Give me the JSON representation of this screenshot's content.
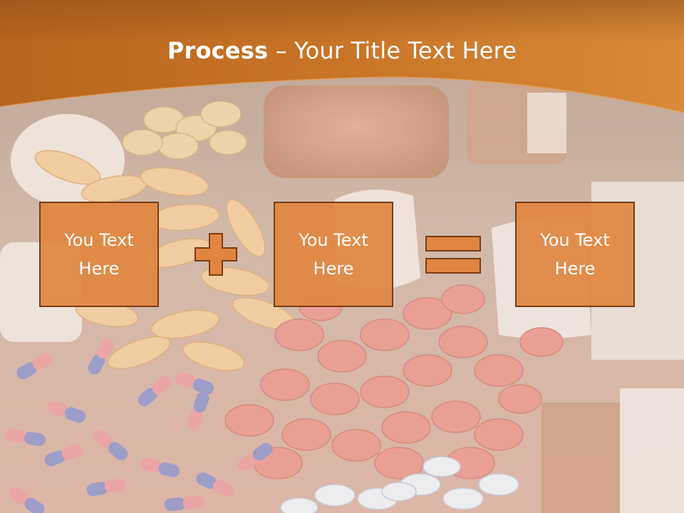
{
  "slide": {
    "title_bold": "Process",
    "title_rest": " – Your Title Text Here",
    "boxes": [
      {
        "text": "You Text Here"
      },
      {
        "text": "You Text Here"
      },
      {
        "text": "You Text Here"
      }
    ],
    "operators": [
      "plus-icon",
      "equals-icon"
    ]
  },
  "colors": {
    "header_orange": "#c8702a",
    "box_fill": "#e08642",
    "box_border": "#7a3c14",
    "title_text": "#ffffff"
  }
}
